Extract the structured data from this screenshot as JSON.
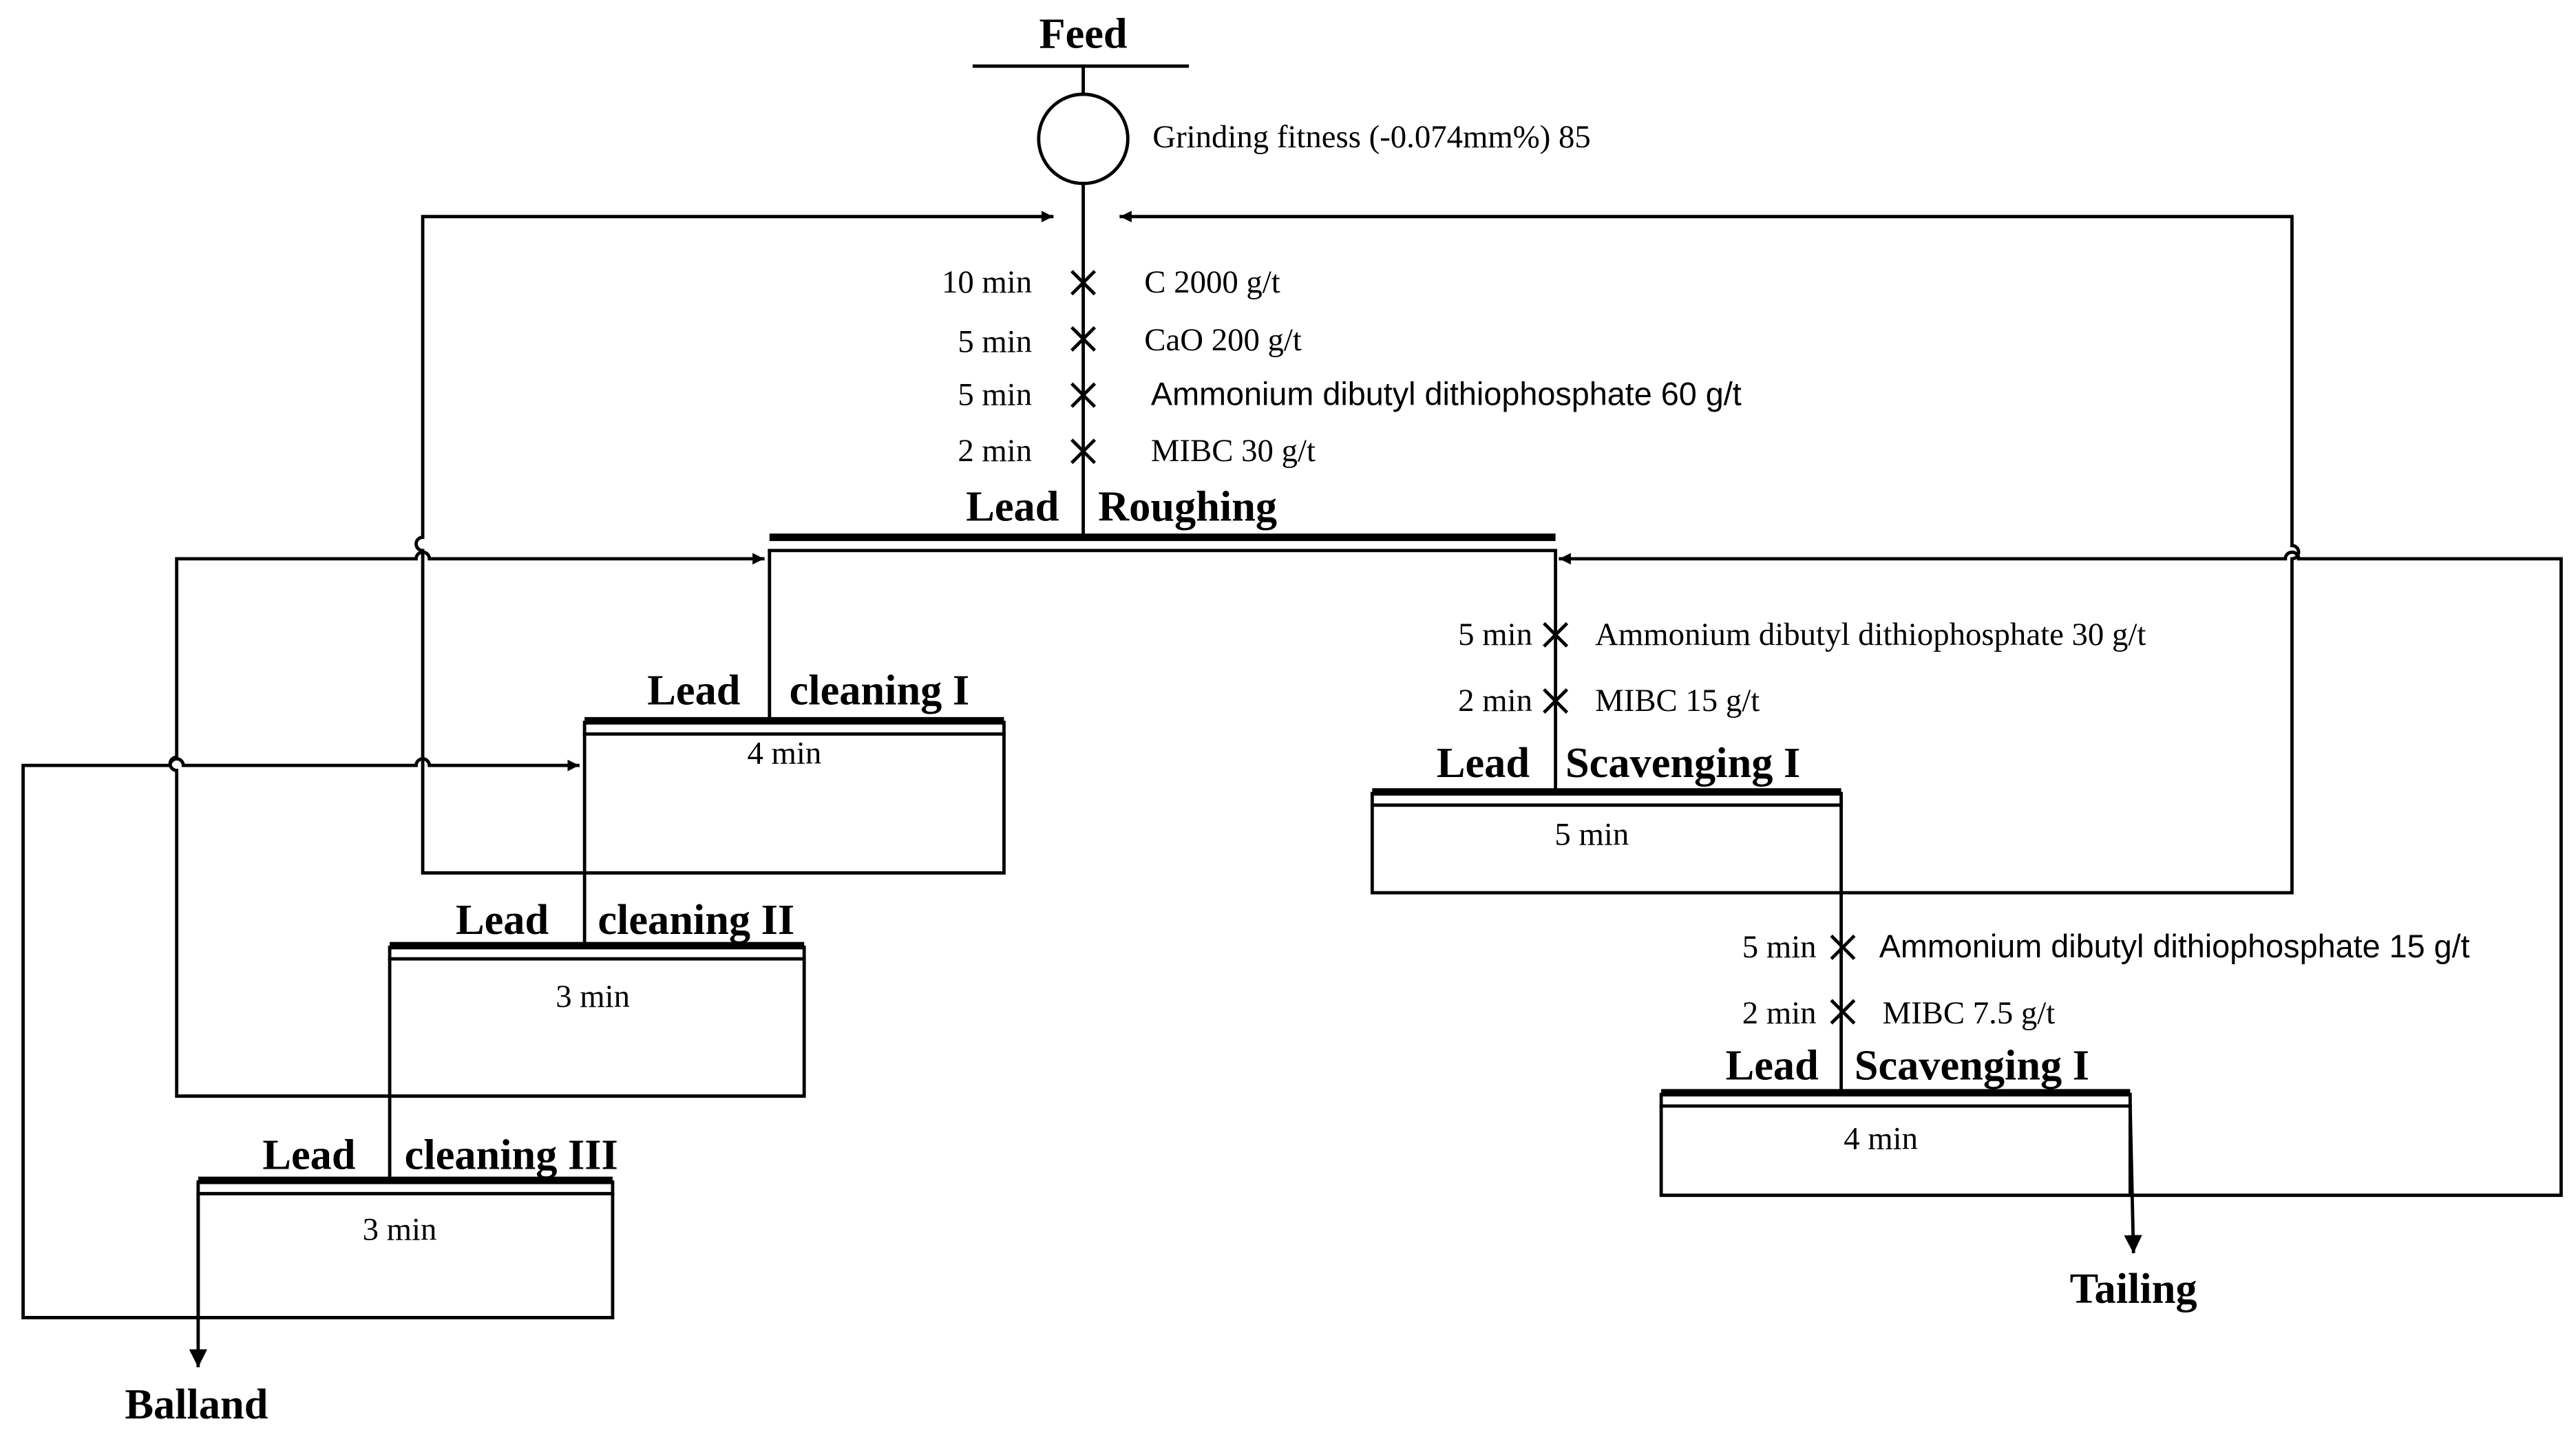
{
  "feed": {
    "label": "Feed"
  },
  "grinding": {
    "label": "Grinding fitness (-0.074mm%) 85"
  },
  "roughing": {
    "label_left": "Lead",
    "label_right": "Roughing",
    "reagents": [
      {
        "time": "10 min",
        "text": "C  2000 g/t"
      },
      {
        "time": "5 min",
        "text": "CaO  200 g/t"
      },
      {
        "time": "5 min",
        "text": "Ammonium dibutyl dithiophosphate 60 g/t"
      },
      {
        "time": "2 min",
        "text": "MIBC  30 g/t"
      }
    ]
  },
  "cleaning1": {
    "label_left": "Lead",
    "label_right": "cleaning  I",
    "time": "4 min"
  },
  "cleaning2": {
    "label_left": "Lead",
    "label_right": "cleaning  II",
    "time": "3 min"
  },
  "cleaning3": {
    "label_left": "Lead",
    "label_right": "cleaning  III",
    "time": "3 min"
  },
  "scavenging1": {
    "label_left": "Lead",
    "label_right": "Scavenging  I",
    "time": "5 min",
    "reagents": [
      {
        "time": "5 min",
        "text": "Ammonium dibutyl dithiophosphate 30 g/t"
      },
      {
        "time": "2 min",
        "text": "MIBC  15 g/t"
      }
    ]
  },
  "scavenging2": {
    "label_left": "Lead",
    "label_right": "Scavenging  I",
    "time": "4 min",
    "reagents": [
      {
        "time": "5 min",
        "text": "Ammonium dibutyl dithiophosphate 15 g/t"
      },
      {
        "time": "2 min",
        "text": "MIBC  7.5 g/t"
      }
    ]
  },
  "outputs": {
    "concentrate": "Balland",
    "tailing": "Tailing"
  }
}
